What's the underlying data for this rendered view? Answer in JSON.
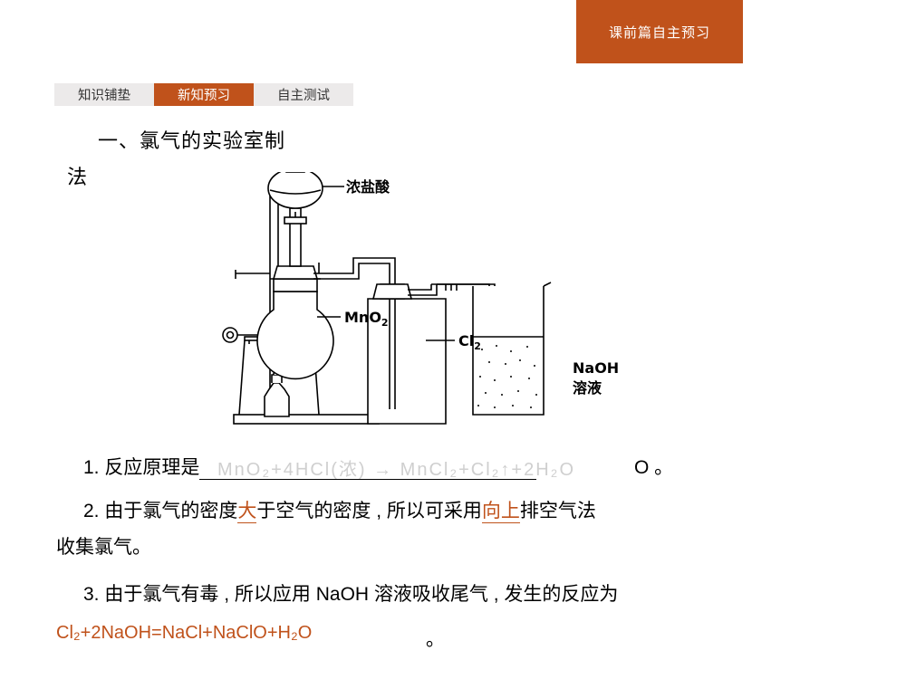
{
  "banner": {
    "label": "课前篇自主预习",
    "color": "#c0521b"
  },
  "tabs": [
    {
      "label": "知识铺垫",
      "active": false
    },
    {
      "label": "新知预习",
      "active": true
    },
    {
      "label": "自主测试",
      "active": false
    }
  ],
  "heading": {
    "line1": "一、氯气的实验室制",
    "line2": "法"
  },
  "figure": {
    "labels": {
      "hcl": "浓盐酸",
      "mno2": "MnO",
      "mno2_sub": "2",
      "cl2": "Cl",
      "cl2_sub": "2",
      "naoh": "NaOH",
      "naoh2": "溶液"
    }
  },
  "body": {
    "item1_prefix": "1.",
    "item1": "反应原理是",
    "item1_formula": "MnO₂+4HCl(浓) → MnCl₂+Cl₂↑+2H₂O",
    "item1_tail": "O 。",
    "item2_prefix": "2.",
    "item2_a": "由于氯气的密度",
    "item2_answer1": "大",
    "item2_b": "于空气的密度 , 所以可采用",
    "item2_answer2": "向上",
    "item2_c": "排空气法",
    "item2_d": "收集氯气。",
    "item3_prefix": "3.",
    "item3_a": "由于氯气有毒 , 所以应用",
    "item3_b": "NaOH 溶液吸收尾气 , 发生的反应为",
    "item3_formula": "Cl₂+2NaOH=NaCl+NaClO+H₂O",
    "item3_tail": "。"
  }
}
